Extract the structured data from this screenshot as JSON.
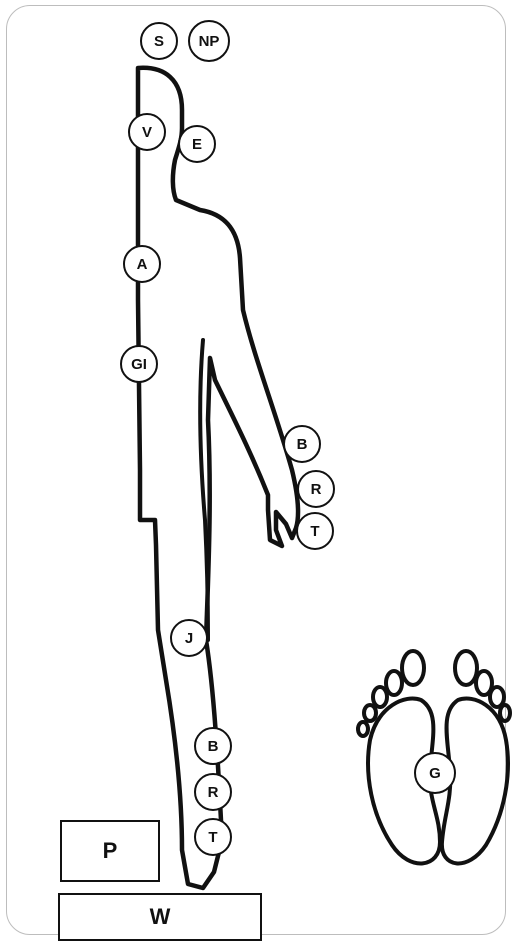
{
  "markers": {
    "s": "S",
    "np": "NP",
    "v": "V",
    "e": "E",
    "a": "A",
    "gi": "GI",
    "hand_b": "B",
    "hand_r": "R",
    "hand_t": "T",
    "j": "J",
    "leg_b": "B",
    "leg_r": "R",
    "leg_t": "T",
    "g": "G"
  },
  "boxes": {
    "p": "P",
    "w": "W"
  },
  "colors": {
    "outline": "#111111",
    "frame_border": "#bdbdbd"
  }
}
